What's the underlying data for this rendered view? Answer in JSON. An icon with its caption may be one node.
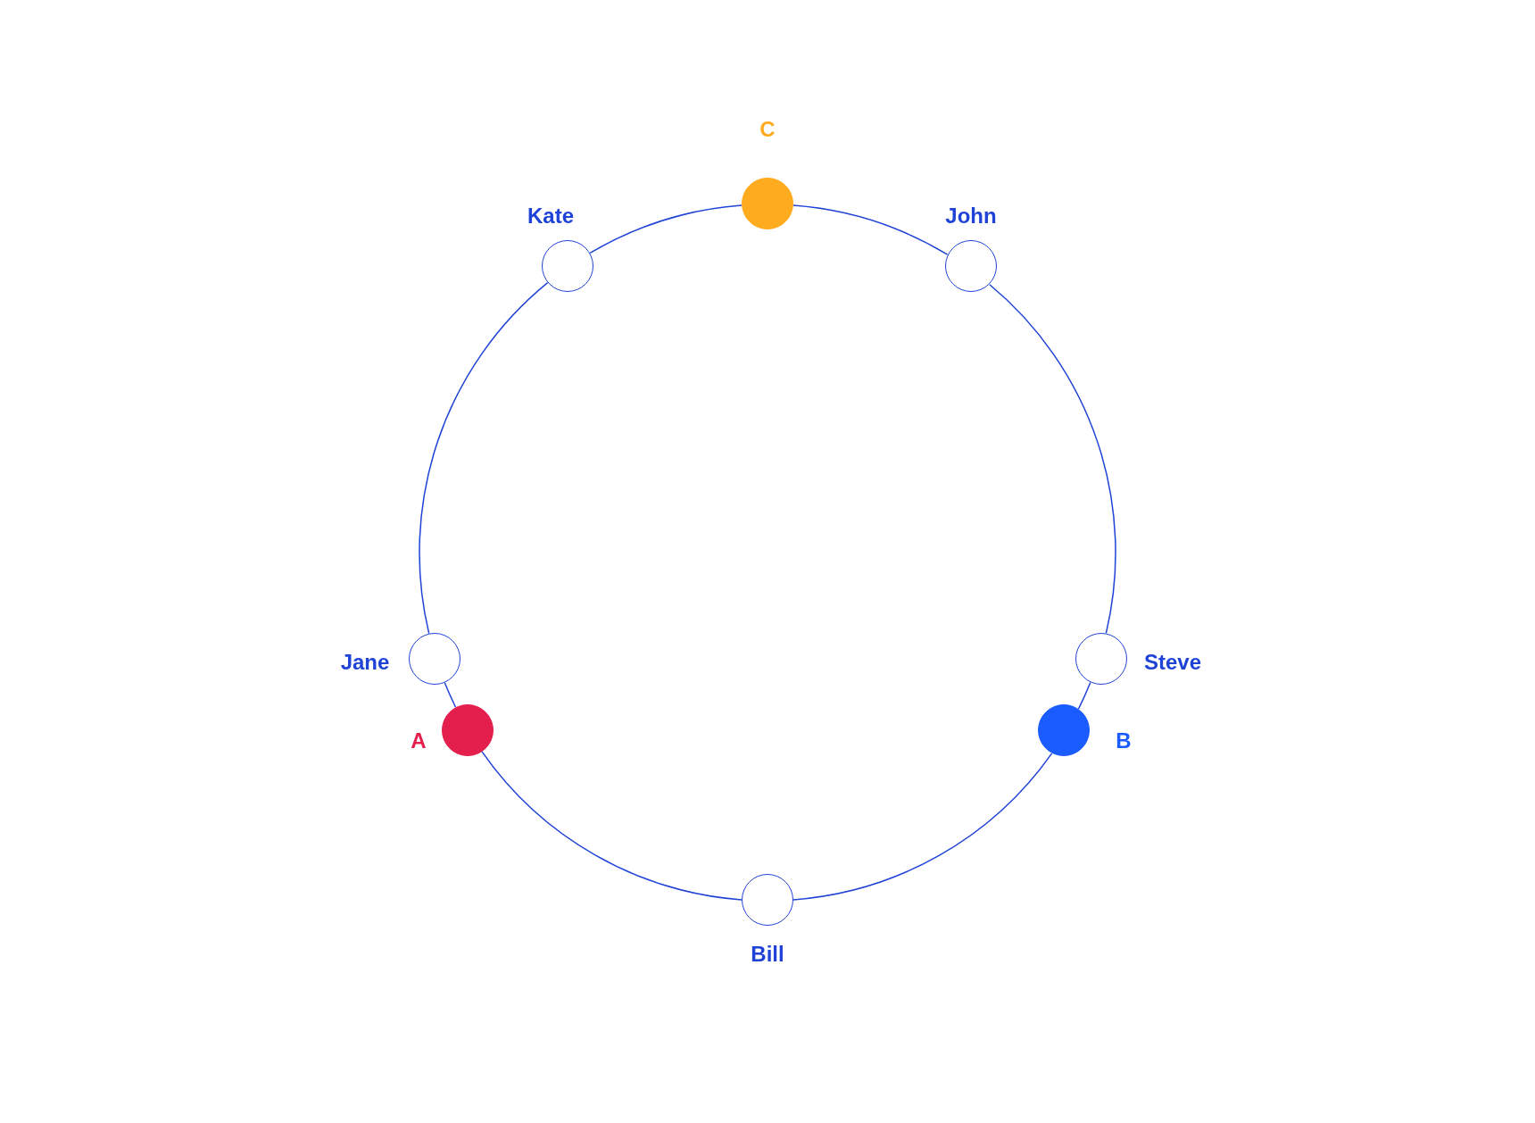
{
  "diagram": {
    "nodes": [
      {
        "text": [],
        "shape": "circle",
        "beside": [
          "C"
        ]
      },
      {
        "text": [],
        "shape": "circle",
        "beside": [
          "Kate"
        ]
      },
      {
        "text": [],
        "shape": "circle",
        "beside": [
          "John"
        ]
      },
      {
        "text": [],
        "shape": "circle",
        "beside": [
          "Jane"
        ]
      },
      {
        "text": [],
        "shape": "circle",
        "beside": [
          "Steve"
        ]
      },
      {
        "text": [],
        "shape": "circle",
        "beside": [
          "A"
        ]
      },
      {
        "text": [],
        "shape": "circle",
        "beside": [
          "B"
        ]
      },
      {
        "text": [],
        "shape": "circle",
        "beside": [
          "Bill"
        ]
      }
    ],
    "edges": [
      {
        "from": 0,
        "to": 2,
        "arrow": "none"
      },
      {
        "from": 2,
        "to": 4,
        "arrow": "none"
      },
      {
        "from": 4,
        "to": 6,
        "arrow": "none"
      },
      {
        "from": 6,
        "to": 7,
        "arrow": "none"
      },
      {
        "from": 7,
        "to": 5,
        "arrow": "none"
      },
      {
        "from": 5,
        "to": 3,
        "arrow": "none"
      },
      {
        "from": 3,
        "to": 1,
        "arrow": "none"
      },
      {
        "from": 1,
        "to": 0,
        "arrow": "none"
      }
    ]
  }
}
